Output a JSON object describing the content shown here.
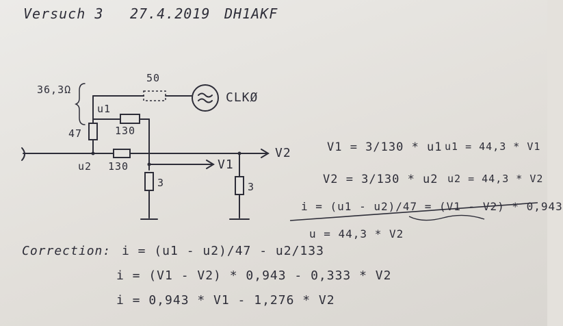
{
  "header": {
    "title": "Versuch 3",
    "date": "27.4.2019",
    "callsign": "DH1AKF"
  },
  "schematic": {
    "r_top": "50",
    "r_side": "36,3Ω",
    "generator_label": "CLKØ",
    "node_u1": "u1",
    "node_u2": "u2",
    "r_130_a": "130",
    "r_130_b": "130",
    "r_47": "47",
    "r_3_a": "3",
    "r_3_b": "3",
    "out_v1": "V1",
    "out_v2": "V2"
  },
  "equations": {
    "eq1": "V1 = 3/130 * u1",
    "eq2": "u1 = 44,3 * V1",
    "eq3": "V2 = 3/130 * u2",
    "eq4": "u2 = 44,3 * V2",
    "eq5_struck": "i = (u1 - u2)/47 = (V1 - V2) * 0,943",
    "eq6": "u = 44,3 * V2"
  },
  "correction": {
    "label": "Correction:",
    "line1": "i = (u1 - u2)/47 - u2/133",
    "line2": "i = (V1 - V2) * 0,943 - 0,333 * V2",
    "line3": "i = 0,943 * V1 -  1,276 * V2"
  }
}
